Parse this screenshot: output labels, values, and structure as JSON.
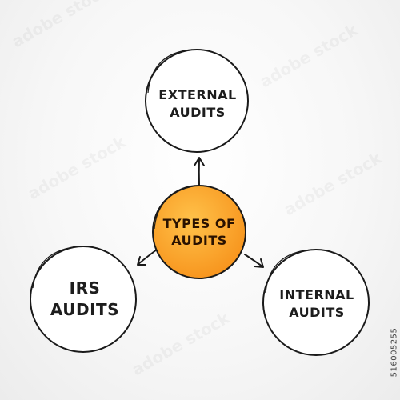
{
  "diagram": {
    "center": {
      "line1": "TYPES OF",
      "line2": "AUDITS",
      "fill_color": "#f7941d",
      "fill_highlight": "#ffc24a"
    },
    "nodes": [
      {
        "key": "external",
        "line1": "EXTERNAL",
        "line2": "AUDITS"
      },
      {
        "key": "irs",
        "line1": "IRS",
        "line2": "AUDITS"
      },
      {
        "key": "internal",
        "line1": "INTERNAL",
        "line2": "AUDITS"
      }
    ],
    "line_color": "#1a1a1a"
  },
  "watermark": {
    "text": "adobe stock"
  },
  "stock_id": "516005255"
}
